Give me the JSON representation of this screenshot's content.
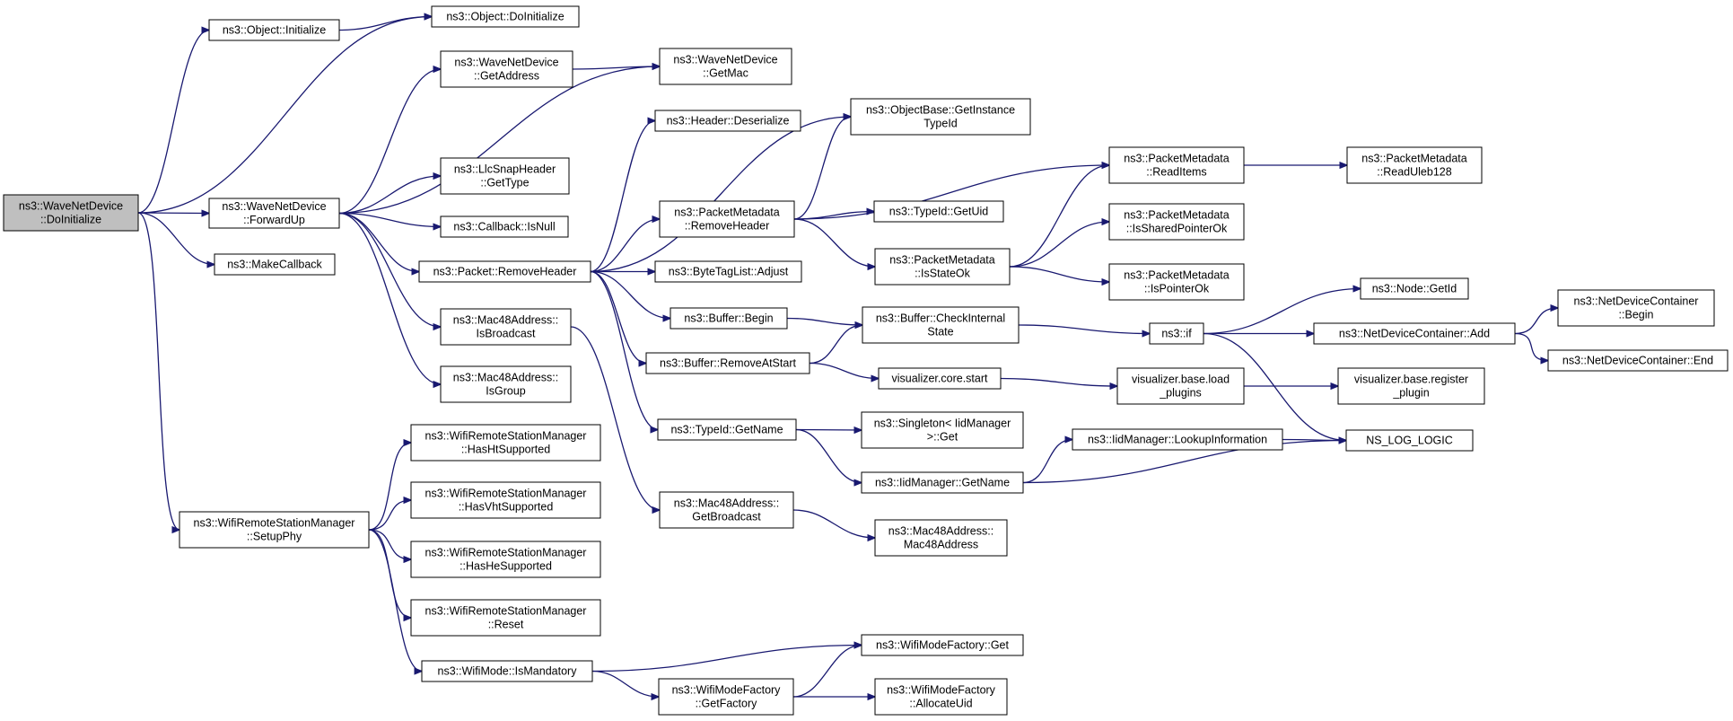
{
  "nodes": [
    {
      "id": "wnd_doinit",
      "lines": [
        "ns3::WaveNetDevice",
        "::DoInitialize"
      ],
      "root": true
    },
    {
      "id": "obj_init",
      "lines": [
        "ns3::Object::Initialize"
      ]
    },
    {
      "id": "obj_doinit",
      "lines": [
        "ns3::Object::DoInitialize"
      ]
    },
    {
      "id": "wnd_getaddr",
      "lines": [
        "ns3::WaveNetDevice",
        "::GetAddress"
      ]
    },
    {
      "id": "wnd_getmac",
      "lines": [
        "ns3::WaveNetDevice",
        "::GetMac"
      ]
    },
    {
      "id": "wnd_fwdup",
      "lines": [
        "ns3::WaveNetDevice",
        "::ForwardUp"
      ]
    },
    {
      "id": "llc_gettype",
      "lines": [
        "ns3::LlcSnapHeader",
        "::GetType"
      ]
    },
    {
      "id": "cb_isnull",
      "lines": [
        "ns3::Callback::IsNull"
      ]
    },
    {
      "id": "makecb",
      "lines": [
        "ns3::MakeCallback"
      ]
    },
    {
      "id": "pkt_rmhdr",
      "lines": [
        "ns3::Packet::RemoveHeader"
      ]
    },
    {
      "id": "hdr_deser",
      "lines": [
        "ns3::Header::Deserialize"
      ]
    },
    {
      "id": "objbase_gi",
      "lines": [
        "ns3::ObjectBase::GetInstance",
        "TypeId"
      ]
    },
    {
      "id": "pm_rmhdr",
      "lines": [
        "ns3::PacketMetadata",
        "::RemoveHeader"
      ]
    },
    {
      "id": "pm_readitems",
      "lines": [
        "ns3::PacketMetadata",
        "::ReadItems"
      ]
    },
    {
      "id": "pm_readuleb",
      "lines": [
        "ns3::PacketMetadata",
        "::ReadUleb128"
      ]
    },
    {
      "id": "typeid_getuid",
      "lines": [
        "ns3::TypeId::GetUid"
      ]
    },
    {
      "id": "pm_isstateok",
      "lines": [
        "ns3::PacketMetadata",
        "::IsStateOk"
      ]
    },
    {
      "id": "pm_issharedptr",
      "lines": [
        "ns3::PacketMetadata",
        "::IsSharedPointerOk"
      ]
    },
    {
      "id": "pm_isptrok",
      "lines": [
        "ns3::PacketMetadata",
        "::IsPointerOk"
      ]
    },
    {
      "id": "btl_adjust",
      "lines": [
        "ns3::ByteTagList::Adjust"
      ]
    },
    {
      "id": "buf_begin",
      "lines": [
        "ns3::Buffer::Begin"
      ]
    },
    {
      "id": "buf_checkint",
      "lines": [
        "ns3::Buffer::CheckInternal",
        "State"
      ]
    },
    {
      "id": "ns3_if",
      "lines": [
        "ns3::if"
      ]
    },
    {
      "id": "node_getid",
      "lines": [
        "ns3::Node::GetId"
      ]
    },
    {
      "id": "ndc_add",
      "lines": [
        "ns3::NetDeviceContainer::Add"
      ]
    },
    {
      "id": "ndc_begin",
      "lines": [
        "ns3::NetDeviceContainer",
        "::Begin"
      ]
    },
    {
      "id": "ndc_end",
      "lines": [
        "ns3::NetDeviceContainer::End"
      ]
    },
    {
      "id": "buf_rmatstart",
      "lines": [
        "ns3::Buffer::RemoveAtStart"
      ]
    },
    {
      "id": "vis_core_start",
      "lines": [
        "visualizer.core.start"
      ]
    },
    {
      "id": "vis_load",
      "lines": [
        "visualizer.base.load",
        "_plugins"
      ]
    },
    {
      "id": "vis_register",
      "lines": [
        "visualizer.base.register",
        "_plugin"
      ]
    },
    {
      "id": "mac_isbcast",
      "lines": [
        "ns3::Mac48Address::",
        "IsBroadcast"
      ]
    },
    {
      "id": "mac_isgroup",
      "lines": [
        "ns3::Mac48Address::",
        "IsGroup"
      ]
    },
    {
      "id": "typeid_getname",
      "lines": [
        "ns3::TypeId::GetName"
      ]
    },
    {
      "id": "singleton_get",
      "lines": [
        "ns3::Singleton< IidManager",
        ">::Get"
      ]
    },
    {
      "id": "iid_lookup",
      "lines": [
        "ns3::IidManager::LookupInformation"
      ]
    },
    {
      "id": "ns_log_logic",
      "lines": [
        "NS_LOG_LOGIC"
      ]
    },
    {
      "id": "iid_getname",
      "lines": [
        "ns3::IidManager::GetName"
      ]
    },
    {
      "id": "mac_getbcast",
      "lines": [
        "ns3::Mac48Address::",
        "GetBroadcast"
      ]
    },
    {
      "id": "mac_ctor",
      "lines": [
        "ns3::Mac48Address::",
        "Mac48Address"
      ]
    },
    {
      "id": "wrsm_hasht",
      "lines": [
        "ns3::WifiRemoteStationManager",
        "::HasHtSupported"
      ]
    },
    {
      "id": "wrsm_hasvht",
      "lines": [
        "ns3::WifiRemoteStationManager",
        "::HasVhtSupported"
      ]
    },
    {
      "id": "wrsm_setupphy",
      "lines": [
        "ns3::WifiRemoteStationManager",
        "::SetupPhy"
      ]
    },
    {
      "id": "wrsm_hashe",
      "lines": [
        "ns3::WifiRemoteStationManager",
        "::HasHeSupported"
      ]
    },
    {
      "id": "wrsm_reset",
      "lines": [
        "ns3::WifiRemoteStationManager",
        "::Reset"
      ]
    },
    {
      "id": "wm_ismandatory",
      "lines": [
        "ns3::WifiMode::IsMandatory"
      ]
    },
    {
      "id": "wmf_get",
      "lines": [
        "ns3::WifiModeFactory::Get"
      ]
    },
    {
      "id": "wmf_getfactory",
      "lines": [
        "ns3::WifiModeFactory",
        "::GetFactory"
      ]
    },
    {
      "id": "wmf_allocuid",
      "lines": [
        "ns3::WifiModeFactory",
        "::AllocateUid"
      ]
    }
  ],
  "edges": [
    [
      "wnd_doinit",
      "obj_init"
    ],
    [
      "wnd_doinit",
      "obj_doinit"
    ],
    [
      "obj_init",
      "obj_doinit"
    ],
    [
      "wnd_doinit",
      "wnd_fwdup"
    ],
    [
      "wnd_doinit",
      "makecb"
    ],
    [
      "wnd_doinit",
      "wrsm_setupphy"
    ],
    [
      "wnd_fwdup",
      "wnd_getaddr"
    ],
    [
      "wnd_fwdup",
      "wnd_getmac"
    ],
    [
      "wnd_getaddr",
      "wnd_getmac"
    ],
    [
      "wnd_fwdup",
      "llc_gettype"
    ],
    [
      "wnd_fwdup",
      "cb_isnull"
    ],
    [
      "wnd_fwdup",
      "pkt_rmhdr"
    ],
    [
      "wnd_fwdup",
      "mac_isbcast"
    ],
    [
      "wnd_fwdup",
      "mac_isgroup"
    ],
    [
      "pkt_rmhdr",
      "hdr_deser"
    ],
    [
      "pkt_rmhdr",
      "objbase_gi"
    ],
    [
      "pkt_rmhdr",
      "pm_rmhdr"
    ],
    [
      "pkt_rmhdr",
      "btl_adjust"
    ],
    [
      "pkt_rmhdr",
      "buf_begin"
    ],
    [
      "pkt_rmhdr",
      "buf_rmatstart"
    ],
    [
      "pkt_rmhdr",
      "typeid_getname"
    ],
    [
      "pm_rmhdr",
      "objbase_gi"
    ],
    [
      "pm_rmhdr",
      "pm_readitems"
    ],
    [
      "pm_rmhdr",
      "typeid_getuid"
    ],
    [
      "pm_rmhdr",
      "pm_isstateok"
    ],
    [
      "pm_readitems",
      "pm_readuleb"
    ],
    [
      "pm_isstateok",
      "pm_readitems"
    ],
    [
      "pm_isstateok",
      "pm_issharedptr"
    ],
    [
      "pm_isstateok",
      "pm_isptrok"
    ],
    [
      "buf_begin",
      "buf_checkint"
    ],
    [
      "buf_rmatstart",
      "buf_checkint"
    ],
    [
      "buf_rmatstart",
      "vis_core_start"
    ],
    [
      "buf_checkint",
      "ns3_if"
    ],
    [
      "ns3_if",
      "node_getid"
    ],
    [
      "ns3_if",
      "ndc_add"
    ],
    [
      "ns3_if",
      "ns_log_logic"
    ],
    [
      "ndc_add",
      "ndc_begin"
    ],
    [
      "ndc_add",
      "ndc_end"
    ],
    [
      "vis_core_start",
      "vis_load"
    ],
    [
      "vis_load",
      "vis_register"
    ],
    [
      "typeid_getname",
      "singleton_get"
    ],
    [
      "typeid_getname",
      "iid_getname"
    ],
    [
      "iid_getname",
      "iid_lookup"
    ],
    [
      "iid_getname",
      "ns_log_logic"
    ],
    [
      "iid_lookup",
      "ns_log_logic"
    ],
    [
      "mac_isbcast",
      "mac_getbcast"
    ],
    [
      "mac_getbcast",
      "mac_ctor"
    ],
    [
      "wrsm_setupphy",
      "wrsm_hasht"
    ],
    [
      "wrsm_setupphy",
      "wrsm_hasvht"
    ],
    [
      "wrsm_setupphy",
      "wrsm_hashe"
    ],
    [
      "wrsm_setupphy",
      "wrsm_reset"
    ],
    [
      "wrsm_setupphy",
      "wm_ismandatory"
    ],
    [
      "wm_ismandatory",
      "wmf_get"
    ],
    [
      "wm_ismandatory",
      "wmf_getfactory"
    ],
    [
      "wmf_getfactory",
      "wmf_get"
    ],
    [
      "wmf_getfactory",
      "wmf_allocuid"
    ]
  ],
  "colors": {
    "edge": "#191970",
    "root_fill": "#bfbfbf",
    "node_fill": "#ffffff",
    "node_stroke": "#000000"
  }
}
